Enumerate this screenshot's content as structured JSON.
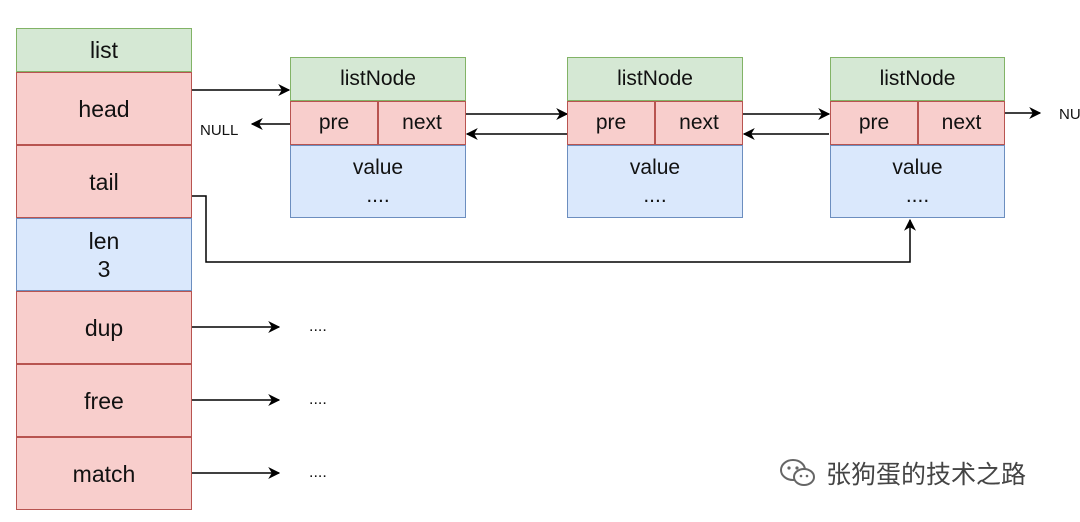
{
  "list": {
    "title": "list",
    "fields": {
      "head": "head",
      "tail": "tail",
      "len_label": "len",
      "len_value": "3",
      "dup": "dup",
      "free": "free",
      "match": "match"
    }
  },
  "nodes": [
    {
      "title": "listNode",
      "pre": "pre",
      "next": "next",
      "value": "value",
      "ellipsis": "...."
    },
    {
      "title": "listNode",
      "pre": "pre",
      "next": "next",
      "value": "value",
      "ellipsis": "...."
    },
    {
      "title": "listNode",
      "pre": "pre",
      "next": "next",
      "value": "value",
      "ellipsis": "...."
    }
  ],
  "null_left": "NULL",
  "null_right": "NULL",
  "pointer_targets": {
    "dup": "....",
    "free": "....",
    "match": "...."
  },
  "watermark": {
    "icon": "wechat-icon",
    "text": "张狗蛋的技术之路"
  },
  "colors": {
    "green_fill": "#d5e8d4",
    "red_fill": "#f8cecc",
    "blue_fill": "#dae8fc"
  }
}
